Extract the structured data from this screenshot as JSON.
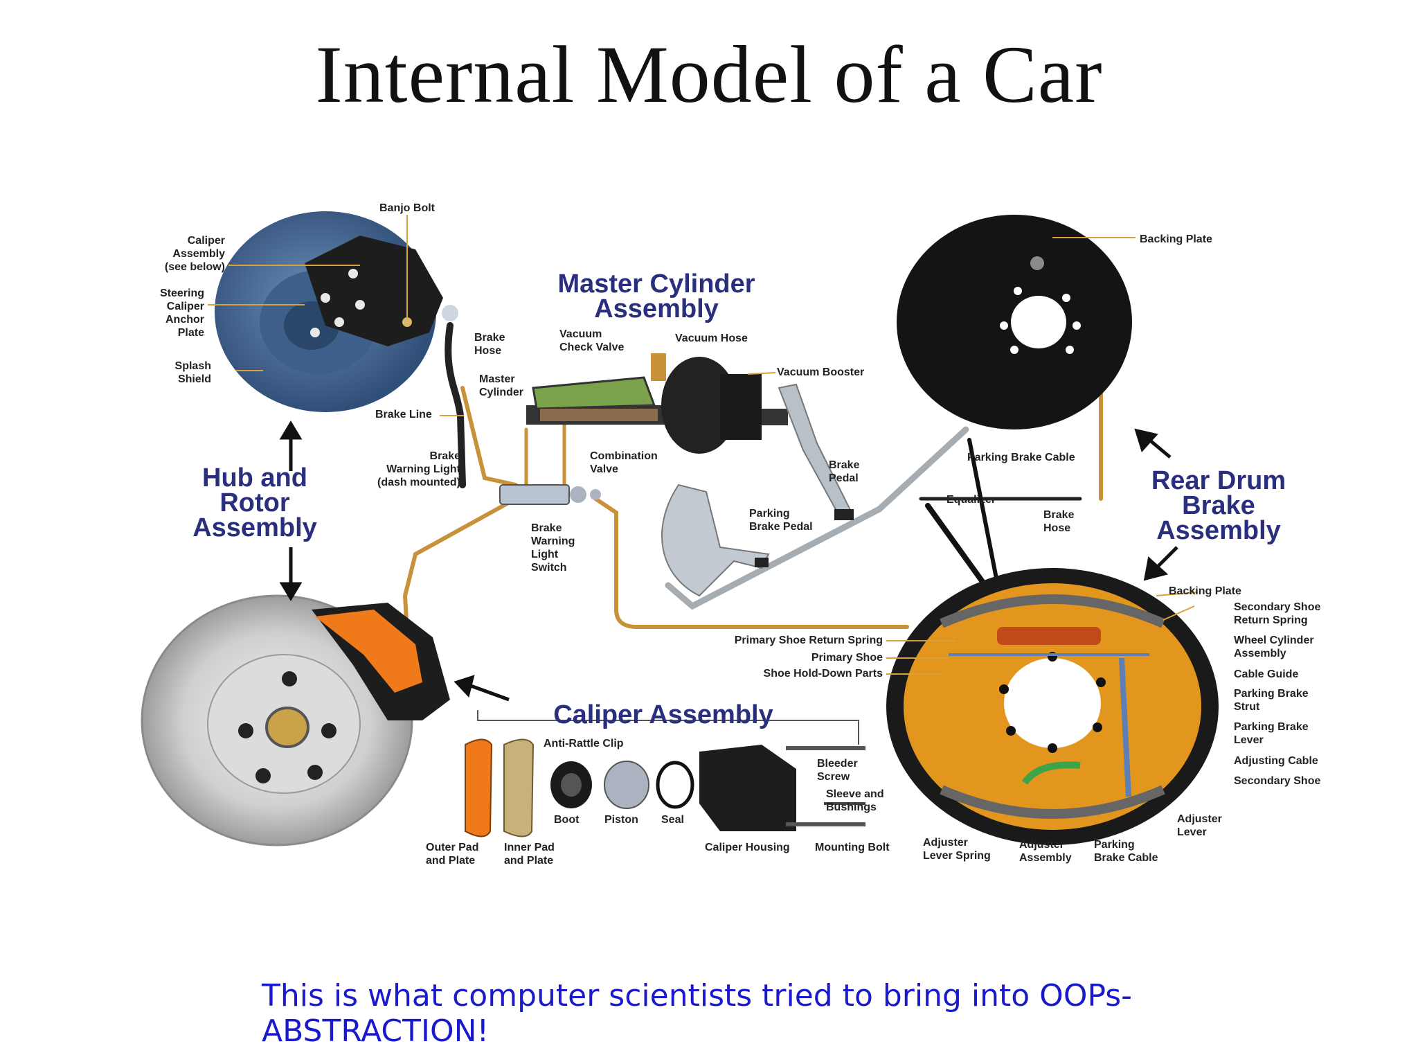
{
  "title": "Internal Model of a Car",
  "caption": "This is what computer scientists tried to bring into OOPs- ABSTRACTION!",
  "sections": {
    "master_cylinder_1": "Master Cylinder",
    "master_cylinder_2": "Assembly",
    "hub_1": "Hub and",
    "hub_2": "Rotor",
    "hub_3": "Assembly",
    "rear_1": "Rear Drum",
    "rear_2": "Brake",
    "rear_3": "Assembly",
    "caliper": "Caliper Assembly"
  },
  "labels": {
    "banjo_bolt": "Banjo Bolt",
    "caliper_assembly_1": "Caliper",
    "caliper_assembly_2": "Assembly",
    "caliper_assembly_3": "(see below)",
    "steering_1": "Steering",
    "steering_2": "Caliper",
    "steering_3": "Anchor",
    "steering_4": "Plate",
    "splash_1": "Splash",
    "splash_2": "Shield",
    "brake_hose_1": "Brake",
    "brake_hose_2": "Hose",
    "master_cyl_1": "Master",
    "master_cyl_2": "Cylinder",
    "brake_line": "Brake Line",
    "vacuum_check_1": "Vacuum",
    "vacuum_check_2": "Check Valve",
    "vacuum_hose": "Vacuum Hose",
    "vacuum_booster": "Vacuum Booster",
    "warning_light_1": "Brake",
    "warning_light_2": "Warning Light",
    "warning_light_3": "(dash mounted)",
    "combination_1": "Combination",
    "combination_2": "Valve",
    "brake_pedal_1": "Brake",
    "brake_pedal_2": "Pedal",
    "parking_pedal_1": "Parking",
    "parking_pedal_2": "Brake Pedal",
    "warning_switch_1": "Brake",
    "warning_switch_2": "Warning",
    "warning_switch_3": "Light",
    "warning_switch_4": "Switch",
    "backing_plate_top": "Backing Plate",
    "parking_brake_cable_top": "Parking Brake Cable",
    "equalizer": "Equalizer",
    "rear_hose_1": "Brake",
    "rear_hose_2": "Hose",
    "backing_plate": "Backing Plate",
    "secondary_return_1": "Secondary Shoe",
    "secondary_return_2": "Return Spring",
    "wheel_cyl_1": "Wheel Cylinder",
    "wheel_cyl_2": "Assembly",
    "cable_guide": "Cable Guide",
    "strut_1": "Parking Brake",
    "strut_2": "Strut",
    "lever_1": "Parking Brake",
    "lever_2": "Lever",
    "adjusting_cable": "Adjusting Cable",
    "secondary_shoe": "Secondary Shoe",
    "adjuster_lever_1": "Adjuster",
    "adjuster_lever_2": "Lever",
    "primary_return": "Primary Shoe Return Spring",
    "primary_shoe": "Primary Shoe",
    "hold_down": "Shoe Hold-Down Parts",
    "adj_spring_1": "Adjuster",
    "adj_spring_2": "Lever Spring",
    "adj_assembly_1": "Adjuster",
    "adj_assembly_2": "Assembly",
    "park_cable_1": "Parking",
    "park_cable_2": "Brake Cable",
    "anti_rattle": "Anti-Rattle Clip",
    "boot": "Boot",
    "piston": "Piston",
    "seal": "Seal",
    "bleeder_1": "Bleeder",
    "bleeder_2": "Screw",
    "sleeve_1": "Sleeve and",
    "sleeve_2": "Bushings",
    "outer_pad_1": "Outer Pad",
    "outer_pad_2": "and Plate",
    "inner_pad_1": "Inner Pad",
    "inner_pad_2": "and Plate",
    "caliper_housing": "Caliper Housing",
    "mounting_bolt": "Mounting Bolt"
  },
  "colors": {
    "title": "#111111",
    "caption": "#1a1acc",
    "section_label": "#2a2f7d",
    "brake_line": "#c8923a",
    "splash_shield": "#4a6f9e",
    "rear_drum_interior": "#e2961e",
    "caliper_orange": "#f07a1a"
  }
}
